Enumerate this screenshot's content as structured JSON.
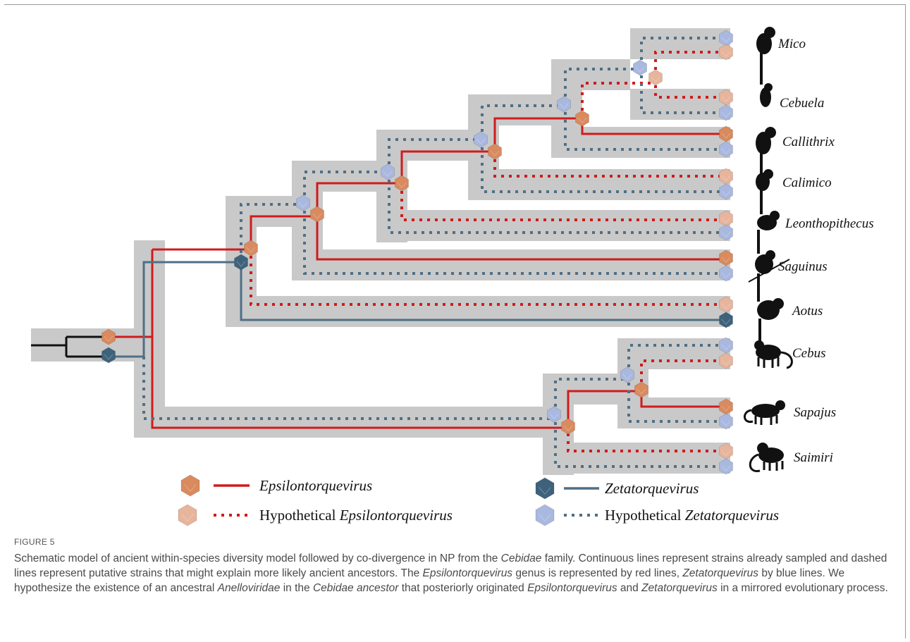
{
  "species": [
    "Mico",
    "Cebuela",
    "Callithrix",
    "Calimico",
    "Leonthopithecus",
    "Saguinus",
    "Aotus",
    "Cebus",
    "Sapajus",
    "Saimiri"
  ],
  "legend": {
    "epsilon_genus": "Epsilontorquevirus",
    "zeta_genus": "Zetatorquevirus",
    "hypothetical_prefix": "Hypothetical"
  },
  "colors": {
    "epsilon_line": "#d11b1b",
    "zeta_line": "#4f6f86",
    "epsilon_node": "#d98a5e",
    "epsilon_node_hypothetical": "#e7b49c",
    "zeta_node": "#3f627c",
    "zeta_node_hypothetical": "#a9b8df",
    "host_band": "#c9c9c9"
  },
  "caption": {
    "label": "FIGURE 5",
    "parts": [
      {
        "t": "Schematic model of ancient within-species diversity model followed by co-divergence in NP from the "
      },
      {
        "t": "Cebidae",
        "i": true
      },
      {
        "t": " family. Continuous lines represent strains already sampled and dashed lines represent putative strains that might explain more likely ancient ancestors. The "
      },
      {
        "t": "Epsilontorquevirus",
        "i": true
      },
      {
        "t": " genus is represented by red lines, "
      },
      {
        "t": "Zetatorquevirus",
        "i": true
      },
      {
        "t": " by blue lines. We hypothesize the existence of an ancestral "
      },
      {
        "t": "Anelloviridae",
        "i": true
      },
      {
        "t": " in the "
      },
      {
        "t": "Cebidae ancestor",
        "i": true
      },
      {
        "t": " that posteriorly originated "
      },
      {
        "t": "Epsilontorquevirus",
        "i": true
      },
      {
        "t": " and "
      },
      {
        "t": "Zetatorquevirus",
        "i": true
      },
      {
        "t": " in a mirrored evolutionary process."
      }
    ]
  }
}
